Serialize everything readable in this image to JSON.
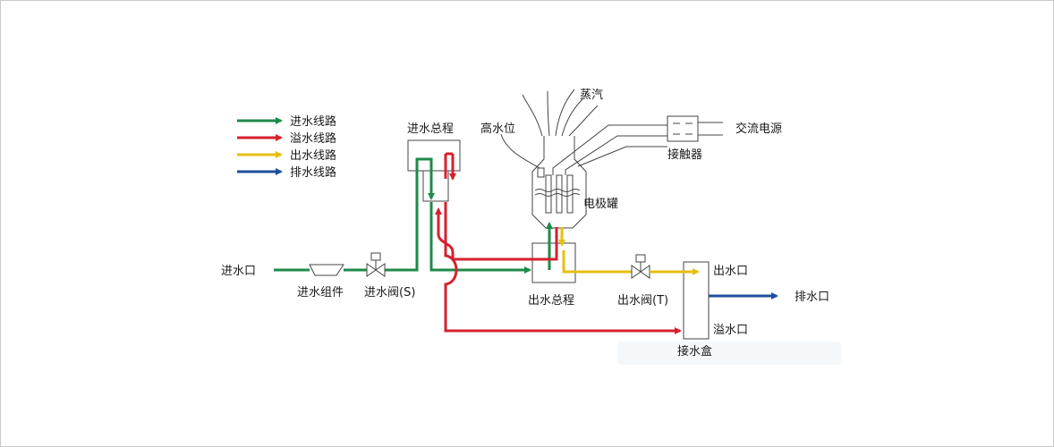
{
  "colors": {
    "inlet": "#1e8a4a",
    "overflow": "#d7202f",
    "outlet": "#e6bf12",
    "drain": "#1f4e9a",
    "device": "#444444"
  },
  "legend": [
    {
      "label": "进水线路",
      "color": "#1e8a4a"
    },
    {
      "label": "溢水线路",
      "color": "#d7202f"
    },
    {
      "label": "出水线路",
      "color": "#e6bf12"
    },
    {
      "label": "排水线路",
      "color": "#1f4e9a"
    }
  ],
  "labels": {
    "inlet_port": "进水口",
    "inlet_assembly": "进水组件",
    "inlet_valve": "进水阀(S)",
    "inlet_manifold": "进水总程",
    "high_level": "高水位",
    "steam": "蒸汽",
    "ac_power": "交流电源",
    "contactor": "接触器",
    "electrode_tank": "电极罐",
    "outlet_manifold": "出水总程",
    "outlet_valve": "出水阀(T)",
    "water_outlet": "出水口",
    "drain_port": "排水口",
    "overflow_port": "溢水口",
    "water_box": "接水盒"
  }
}
